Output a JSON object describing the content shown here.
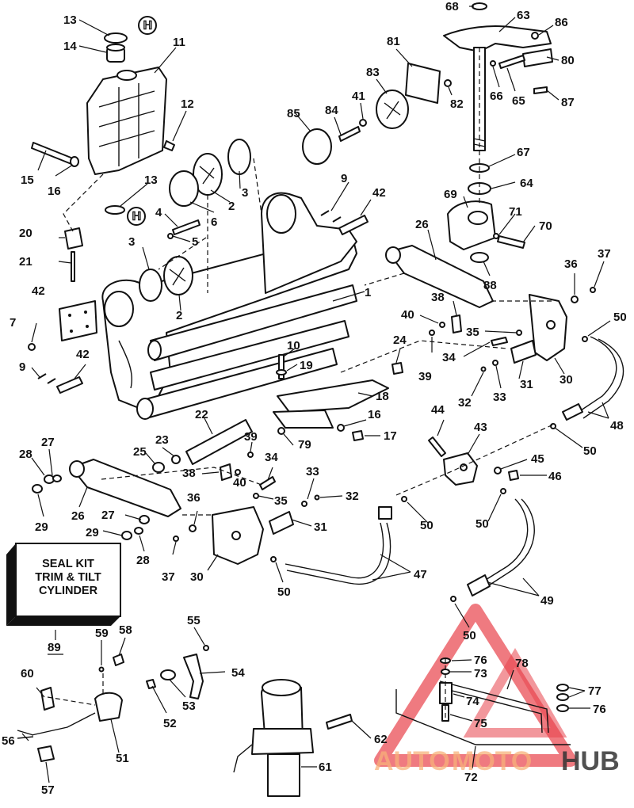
{
  "callouts": [
    {
      "label": "1"
    },
    {
      "label": "2"
    },
    {
      "label": "2"
    },
    {
      "label": "3"
    },
    {
      "label": "3"
    },
    {
      "label": "4"
    },
    {
      "label": "5"
    },
    {
      "label": "6"
    },
    {
      "label": "7"
    },
    {
      "label": "9"
    },
    {
      "label": "9"
    },
    {
      "label": "10"
    },
    {
      "label": "11"
    },
    {
      "label": "12"
    },
    {
      "label": "13"
    },
    {
      "label": "13"
    },
    {
      "label": "14"
    },
    {
      "label": "15"
    },
    {
      "label": "16"
    },
    {
      "label": "16"
    },
    {
      "label": "17"
    },
    {
      "label": "18"
    },
    {
      "label": "19"
    },
    {
      "label": "20"
    },
    {
      "label": "21"
    },
    {
      "label": "22"
    },
    {
      "label": "23"
    },
    {
      "label": "24"
    },
    {
      "label": "25"
    },
    {
      "label": "26"
    },
    {
      "label": "26"
    },
    {
      "label": "27"
    },
    {
      "label": "27"
    },
    {
      "label": "28"
    },
    {
      "label": "28"
    },
    {
      "label": "29"
    },
    {
      "label": "29"
    },
    {
      "label": "30"
    },
    {
      "label": "30"
    },
    {
      "label": "31"
    },
    {
      "label": "31"
    },
    {
      "label": "32"
    },
    {
      "label": "32"
    },
    {
      "label": "33"
    },
    {
      "label": "33"
    },
    {
      "label": "34"
    },
    {
      "label": "34"
    },
    {
      "label": "35"
    },
    {
      "label": "35"
    },
    {
      "label": "36"
    },
    {
      "label": "36"
    },
    {
      "label": "37"
    },
    {
      "label": "37"
    },
    {
      "label": "38"
    },
    {
      "label": "38"
    },
    {
      "label": "39"
    },
    {
      "label": "39"
    },
    {
      "label": "40"
    },
    {
      "label": "40"
    },
    {
      "label": "41"
    },
    {
      "label": "42"
    },
    {
      "label": "42"
    },
    {
      "label": "42"
    },
    {
      "label": "43"
    },
    {
      "label": "44"
    },
    {
      "label": "45"
    },
    {
      "label": "46"
    },
    {
      "label": "47"
    },
    {
      "label": "48"
    },
    {
      "label": "49"
    },
    {
      "label": "50"
    },
    {
      "label": "50"
    },
    {
      "label": "50"
    },
    {
      "label": "50"
    },
    {
      "label": "50"
    },
    {
      "label": "50"
    },
    {
      "label": "51"
    },
    {
      "label": "52"
    },
    {
      "label": "53"
    },
    {
      "label": "54"
    },
    {
      "label": "55"
    },
    {
      "label": "56"
    },
    {
      "label": "57"
    },
    {
      "label": "58"
    },
    {
      "label": "59"
    },
    {
      "label": "60"
    },
    {
      "label": "61"
    },
    {
      "label": "62"
    },
    {
      "label": "63"
    },
    {
      "label": "64"
    },
    {
      "label": "65"
    },
    {
      "label": "66"
    },
    {
      "label": "67"
    },
    {
      "label": "68"
    },
    {
      "label": "69"
    },
    {
      "label": "70"
    },
    {
      "label": "71"
    },
    {
      "label": "72"
    },
    {
      "label": "73"
    },
    {
      "label": "74"
    },
    {
      "label": "75"
    },
    {
      "label": "76"
    },
    {
      "label": "76"
    },
    {
      "label": "77"
    },
    {
      "label": "78"
    },
    {
      "label": "79"
    },
    {
      "label": "80"
    },
    {
      "label": "81"
    },
    {
      "label": "82"
    },
    {
      "label": "83"
    },
    {
      "label": "84"
    },
    {
      "label": "85"
    },
    {
      "label": "86"
    },
    {
      "label": "87"
    },
    {
      "label": "88"
    },
    {
      "label": "89"
    }
  ],
  "seal_kit": {
    "line1": "SEAL KIT",
    "line2": "TRIM & TILT",
    "line3": "CYLINDER"
  },
  "watermark": {
    "part1": "AUTO",
    "part2": "MOTO",
    "part3": "HUB",
    "color_light": "#f7b27a",
    "color_dark": "#333333",
    "triangle_color": "#e8424a"
  }
}
